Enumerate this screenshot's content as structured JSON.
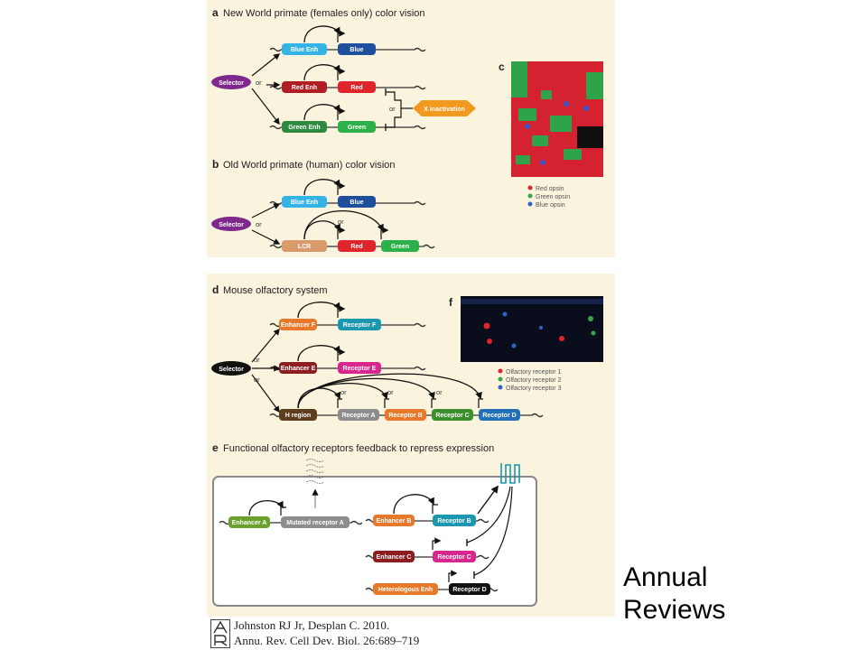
{
  "panels": {
    "a": {
      "letter": "a",
      "title": "New World primate (females only) color vision"
    },
    "b": {
      "letter": "b",
      "title": "Old World primate (human) color vision"
    },
    "c": {
      "letter": "c"
    },
    "d": {
      "letter": "d",
      "title": "Mouse olfactory system"
    },
    "e": {
      "letter": "e",
      "title": "Functional olfactory receptors feedback to repress expression"
    },
    "f": {
      "letter": "f"
    }
  },
  "labels": {
    "selector": "Selector",
    "or": "or",
    "blue_enh": "Blue Enh",
    "blue": "Blue",
    "red_enh": "Red Enh",
    "red": "Red",
    "green_enh": "Green Enh",
    "green": "Green",
    "x_inactivation": "X inactivation",
    "lcr": "LCR",
    "enhancer_f": "Enhancer F",
    "receptor_f": "Receptor F",
    "enhancer_e": "Enhancer E",
    "receptor_e": "Receptor E",
    "h_region": "H region",
    "receptor_a": "Receptor A",
    "receptor_b": "Receptor B",
    "receptor_c": "Receptor C",
    "receptor_d": "Receptor D",
    "enhancer_a": "Enhancer A",
    "mutated_receptor_a": "Mutated receptor A",
    "enhancer_b": "Enhancer B",
    "enhancer_c": "Enhancer C",
    "heterologous_enh": "Heterologous Enh"
  },
  "legend_c": [
    "Red opsin",
    "Green opsin",
    "Blue opsin"
  ],
  "legend_f": [
    "Olfactory receptor 1",
    "Olfactory receptor 2",
    "Olfactory receptor 3"
  ],
  "colors": {
    "red": "#e0242b",
    "green": "#3aa64a",
    "blue": "#2f66c4",
    "blue_enh": "#36b3e6",
    "blue_gene": "#1f4e9c",
    "red_gene": "#e0242b",
    "green_gene": "#2bb04a",
    "green_enh": "#2d8a3e",
    "red_enh": "#b01e23",
    "selector": "#7d2a8c",
    "x_inact": "#f29a1f",
    "lcr": "#d99a6c",
    "orange": "#e8792b",
    "teal": "#1b98b0",
    "dark_red": "#8c1d20",
    "magenta": "#d9268f",
    "brown": "#5c3d1e",
    "grey": "#8d8d8d",
    "dark_green": "#3d8f2c",
    "navy": "#2470b8",
    "lime": "#6aa12d"
  },
  "side_text": [
    "Annual",
    "Reviews"
  ],
  "citation": [
    "Johnston RJ Jr, Desplan C. 2010.",
    "Annu. Rev. Cell Dev. Biol. 26:689–719"
  ]
}
